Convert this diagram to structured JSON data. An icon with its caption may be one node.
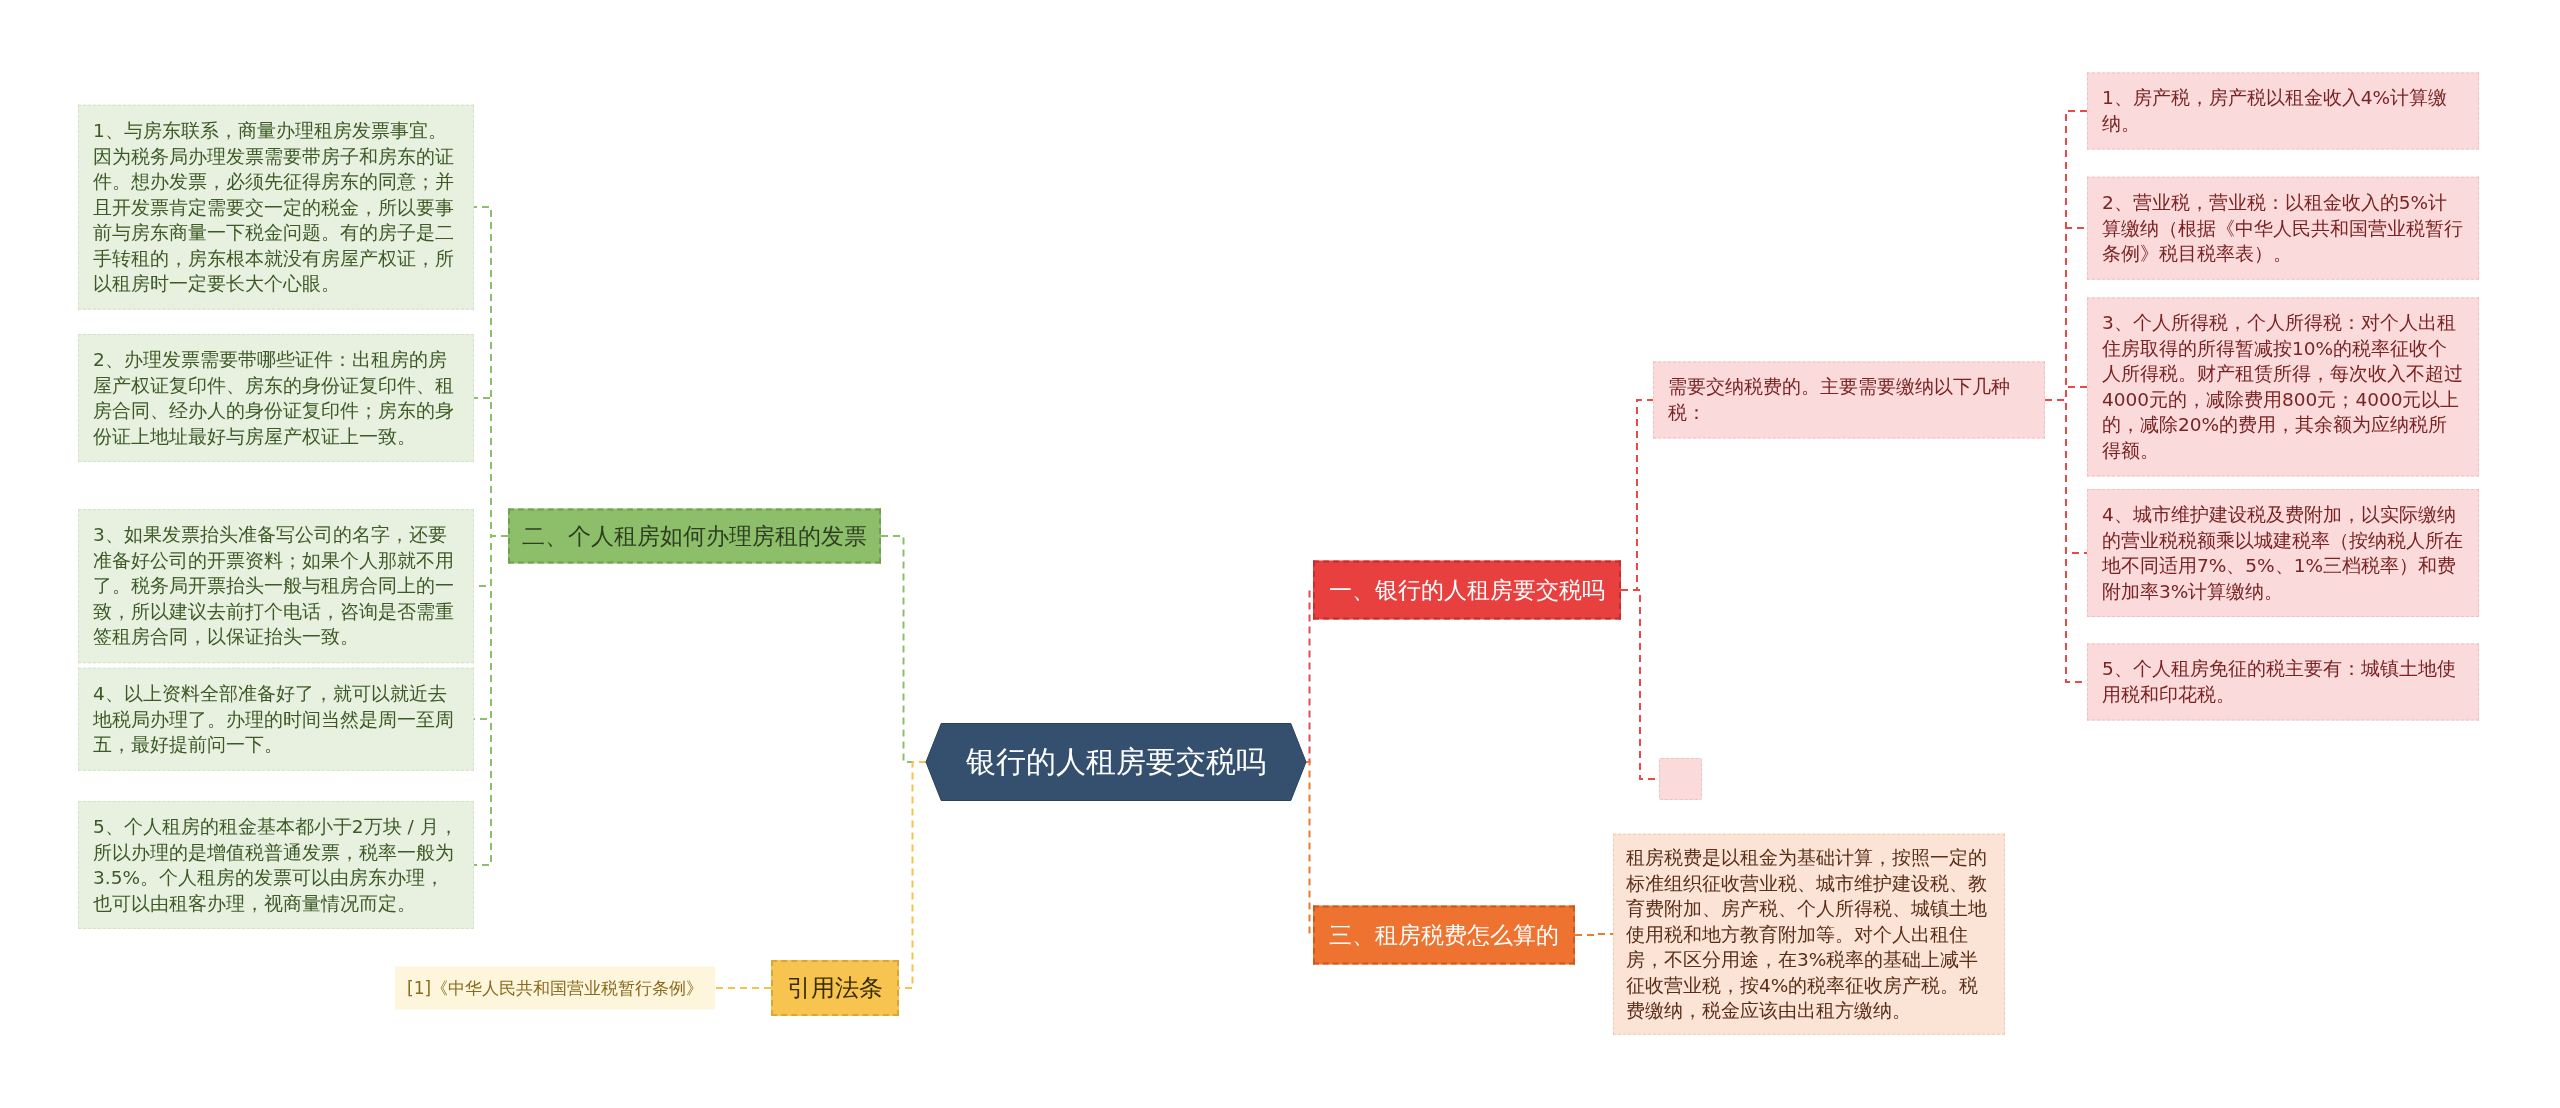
{
  "diagram": {
    "nodes": [
      {
        "text": [
          "银行的人租房要交税吗"
        ]
      },
      {
        "text": [
          "二、个人租房如何办理房租的发票"
        ]
      },
      {
        "text": [
          "1、与房东联系，商量办理租房发票事宜。因为税务局办理发票需要带房子和房东的证件。想办发票，必须先征得房东的同意；并且开发票肯定需要交一定的税金，所以要事前与房东商量一下税金问题。有的房子是二手转租的，房东根本就没有房屋产权证，所以租房时一定要长大个心眼。"
        ]
      },
      {
        "text": [
          "2、办理发票需要带哪些证件：出租房的房屋产权证复印件、房东的身份证复印件、租房合同、经办人的身份证复印件；房东的身份证上地址最好与房屋产权证上一致。"
        ]
      },
      {
        "text": [
          "3、如果发票抬头准备写公司的名字，还要准备好公司的开票资料；如果个人那就不用了。税务局开票抬头一般与租房合同上的一致，所以建议去前打个电话，咨询是否需重签租房合同，以保证抬头一致。"
        ]
      },
      {
        "text": [
          "4、以上资料全部准备好了，就可以就近去地税局办理了。办理的时间当然是周一至周五，最好提前问一下。"
        ]
      },
      {
        "text": [
          "5、个人租房的租金基本都小于2万块 / 月，所以办理的是增值税普通发票，税率一般为3.5%。个人租房的发票可以由房东办理，也可以由租客办理，视商量情况而定。"
        ]
      },
      {
        "text": [
          "引用法条"
        ]
      },
      {
        "text": [
          "[1]《中华人民共和国营业税暂行条例》"
        ]
      },
      {
        "text": [
          "一、银行的人租房要交税吗"
        ]
      },
      {
        "text": [
          "需要交纳税费的。主要需要缴纳以下几种税："
        ]
      },
      {
        "text": [
          "1、房产税，房产税以租金收入4%计算缴纳。"
        ]
      },
      {
        "text": [
          "2、营业税，营业税：以租金收入的5%计算缴纳（根据《中华人民共和国营业税暂行条例》税目税率表）。"
        ]
      },
      {
        "text": [
          "3、个人所得税，个人所得税：对个人出租住房取得的所得暂减按10%的税率征收个人所得税。财产租赁所得，每次收入不超过4000元的，减除费用800元；4000元以上的，减除20%的费用，其余额为应纳税所得额。"
        ]
      },
      {
        "text": [
          "4、城市维护建设税及费附加，以实际缴纳的营业税税额乘以城建税率（按纳税人所在地不同适用7%、5%、1%三档税率）和费附加率3%计算缴纳。"
        ]
      },
      {
        "text": [
          "5、个人租房免征的税主要有：城镇土地使用税和印花税。"
        ]
      },
      {
        "text": [],
        "shape": "box"
      },
      {
        "text": [
          "三、租房税费怎么算的"
        ]
      },
      {
        "text": [
          "租房税费是以租金为基础计算，按照一定的标准组织征收营业税、城市维护建设税、教育费附加、房产税、个人所得税、城镇土地使用税和地方教育附加等。对个人出租住房，不区分用途，在3%税率的基础上减半征收营业税，按4%的税率征收房产税。税费缴纳，税金应该由出租方缴纳。"
        ]
      }
    ],
    "edges": [
      {
        "from": 0,
        "to": 1,
        "arrow": "none",
        "style": "dashed",
        "color": "#8dbf6a"
      },
      {
        "from": 1,
        "to": 2,
        "arrow": "none",
        "style": "dashed",
        "color": "#8dbf6a"
      },
      {
        "from": 1,
        "to": 3,
        "arrow": "none",
        "style": "dashed",
        "color": "#8dbf6a"
      },
      {
        "from": 1,
        "to": 4,
        "arrow": "none",
        "style": "dashed",
        "color": "#8dbf6a"
      },
      {
        "from": 1,
        "to": 5,
        "arrow": "none",
        "style": "dashed",
        "color": "#8dbf6a"
      },
      {
        "from": 1,
        "to": 6,
        "arrow": "none",
        "style": "dashed",
        "color": "#8dbf6a"
      },
      {
        "from": 0,
        "to": 7,
        "arrow": "none",
        "style": "dashed",
        "color": "#f5c24f"
      },
      {
        "from": 7,
        "to": 8,
        "arrow": "none",
        "style": "dashed",
        "color": "#f5c24f"
      },
      {
        "from": 0,
        "to": 9,
        "arrow": "none",
        "style": "dashed",
        "color": "#e84a4a"
      },
      {
        "from": 9,
        "to": 10,
        "arrow": "none",
        "style": "dashed",
        "color": "#e84a4a"
      },
      {
        "from": 10,
        "to": 11,
        "arrow": "none",
        "style": "dashed",
        "color": "#e84a4a"
      },
      {
        "from": 10,
        "to": 12,
        "arrow": "none",
        "style": "dashed",
        "color": "#e84a4a"
      },
      {
        "from": 10,
        "to": 13,
        "arrow": "none",
        "style": "dashed",
        "color": "#e84a4a"
      },
      {
        "from": 10,
        "to": 14,
        "arrow": "none",
        "style": "dashed",
        "color": "#e84a4a"
      },
      {
        "from": 10,
        "to": 15,
        "arrow": "none",
        "style": "dashed",
        "color": "#e84a4a"
      },
      {
        "from": 9,
        "to": 16,
        "arrow": "none",
        "style": "dashed",
        "color": "#e84a4a"
      },
      {
        "from": 0,
        "to": 17,
        "arrow": "none",
        "style": "dashed",
        "color": "#ee7a2e"
      },
      {
        "from": 17,
        "to": 18,
        "arrow": "none",
        "style": "dashed",
        "color": "#ee7a2e"
      }
    ]
  }
}
